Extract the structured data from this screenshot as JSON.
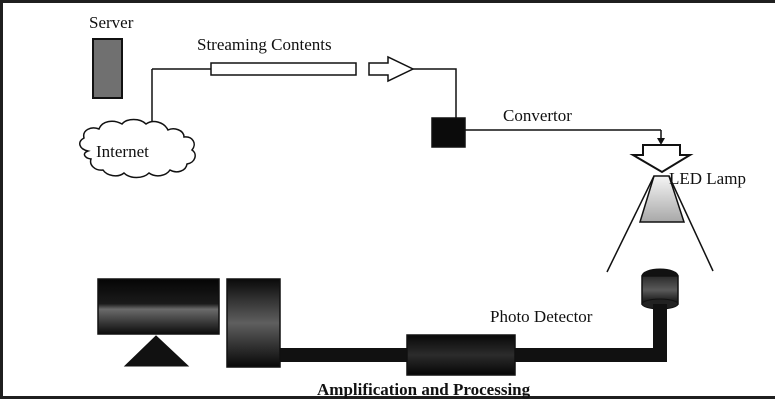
{
  "diagram": {
    "labels": {
      "server": "Server",
      "streaming_contents": "Streaming Contents",
      "internet": "Internet",
      "convertor": "Convertor",
      "led_lamp": "LED Lamp",
      "photo_detector": "Photo Detector",
      "amplification": "Amplification and Processing"
    },
    "colors": {
      "frame": "#1f1f1f",
      "stroke": "#111111",
      "fill_dark": "#0b0b0b",
      "fill_mid": "#4a4a4a",
      "fill_light": "#d0d0d0",
      "server_fill": "#707070"
    }
  }
}
